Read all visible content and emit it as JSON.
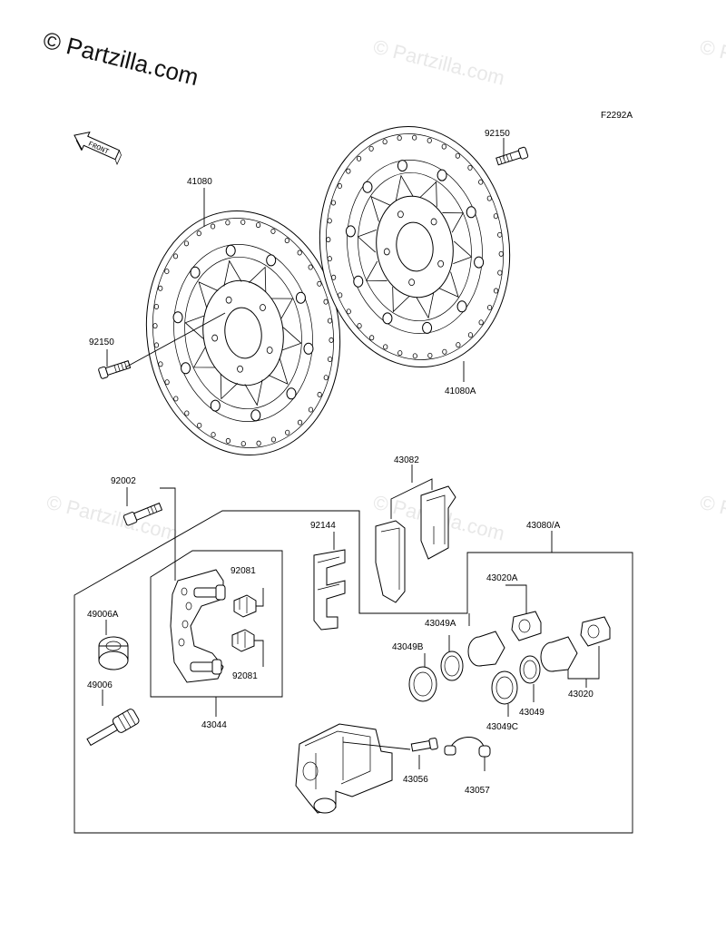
{
  "watermark": {
    "main": "© Partzilla.com",
    "faint": "© Partzilla.com"
  },
  "figure_code": "F2292A",
  "front_label": "FRONT",
  "labels": {
    "p41080": "41080",
    "p41080A": "41080A",
    "p92150_top": "92150",
    "p92150_left": "92150",
    "p92002": "92002",
    "p43082": "43082",
    "p92144": "92144",
    "p43080A": "43080/A",
    "p92081_top": "92081",
    "p92081_bottom": "92081",
    "p49006A": "49006A",
    "p49006": "49006",
    "p43044": "43044",
    "p43020A": "43020A",
    "p43049A": "43049A",
    "p43049B": "43049B",
    "p43049": "43049",
    "p43049C": "43049C",
    "p43020": "43020",
    "p43056": "43056",
    "p43057": "43057"
  }
}
